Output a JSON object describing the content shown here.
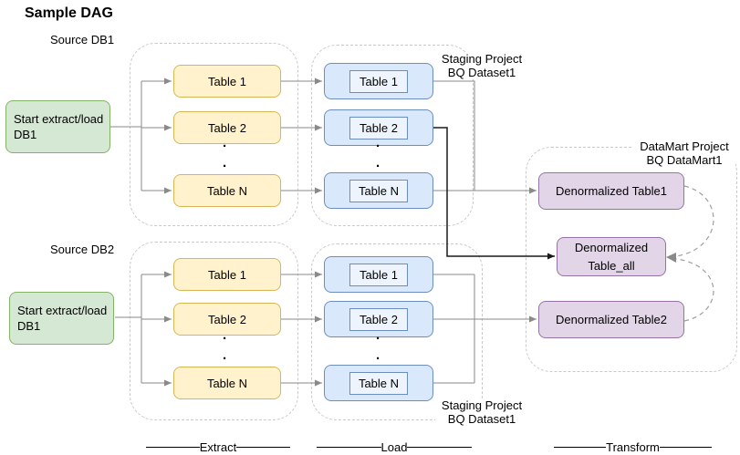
{
  "title": "Sample DAG",
  "pipelines": [
    {
      "source_label": "Source DB1",
      "start": {
        "line1": "Start extract/load",
        "line2": "DB1"
      },
      "extract_tables": [
        "Table 1",
        "Table 2",
        "Table N"
      ],
      "load_tables": [
        "Table 1",
        "Table 2",
        "Table N"
      ],
      "staging_label": {
        "line1": "Staging Project",
        "line2": "BQ Dataset1"
      }
    },
    {
      "source_label": "Source DB2",
      "start": {
        "line1": "Start extract/load",
        "line2": "DB1"
      },
      "extract_tables": [
        "Table 1",
        "Table 2",
        "Table N"
      ],
      "load_tables": [
        "Table 1",
        "Table 2",
        "Table N"
      ],
      "staging_label": {
        "line1": "Staging Project",
        "line2": "BQ Dataset1"
      }
    }
  ],
  "datamart": {
    "label": {
      "line1": "DataMart Project",
      "line2": "BQ DataMart1"
    },
    "table1": "Denormalized Table1",
    "table_all": {
      "line1": "Denormalized",
      "line2": "Table_all"
    },
    "table2": "Denormalized Table2"
  },
  "stages": {
    "extract": "Extract",
    "load": "Load",
    "transform": "Transform"
  },
  "dot": ".",
  "colors": {
    "start_node_fill": "#d5e8d4",
    "start_node_border": "#82b366",
    "extract_node_fill": "#fff2cc",
    "extract_node_border": "#d6b656",
    "load_node_fill": "#dae8fc",
    "load_node_border": "#6c8ebf",
    "datamart_node_fill": "#e1d5e7",
    "datamart_node_border": "#9673a6",
    "connector_gray": "#8a8a8a",
    "connector_black": "#000000",
    "container_dash": "#c9c9c9"
  }
}
